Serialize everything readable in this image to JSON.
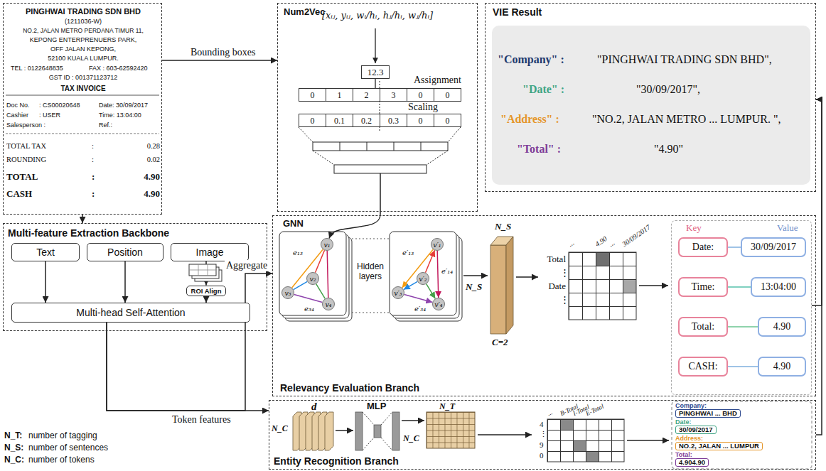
{
  "diagram": {
    "nodes": [
      {
        "text": [
          "PINGHWAI TRADING SDN BHD",
          "(1211036-W)",
          "NO.2, JALAN METRO PERDANA TIMUR 11,",
          "KEPONG ENTERPRENUERS PARK,",
          "OFF JALAN KEPONG,",
          "52100 KUALA LUMPUR.",
          "TEL : 0122648835",
          "FAX : 603-62592420",
          "GST ID : 001371123712",
          "TAX INVOICE",
          "Doc No.",
          ": CS00020648",
          "Date: 30/09/2017",
          "Cashier",
          ": USER",
          "Time: 13:04:00",
          "Salesperson :",
          "Ref.:",
          "TOTAL TAX",
          ":",
          "0.28",
          "ROUNDING",
          ":",
          "0.02",
          "TOTAL",
          ":",
          "4.90",
          "CASH",
          ":",
          "4.90"
        ]
      },
      {
        "text": [
          "Num2Vec"
        ]
      },
      {
        "text": [
          "12.3"
        ],
        "in": 1
      },
      {
        "text": [
          "0"
        ],
        "in": 1
      },
      {
        "text": [
          "1"
        ],
        "in": 1
      },
      {
        "text": [
          "2"
        ],
        "in": 1
      },
      {
        "text": [
          "3"
        ],
        "in": 1
      },
      {
        "text": [
          "0"
        ],
        "in": 1
      },
      {
        "text": [
          "0"
        ],
        "in": 1
      },
      {
        "text": [
          "0"
        ],
        "in": 1
      },
      {
        "text": [
          "0.1"
        ],
        "in": 1
      },
      {
        "text": [
          "0.2"
        ],
        "in": 1
      },
      {
        "text": [
          "0.3"
        ],
        "in": 1
      },
      {
        "text": [
          "0"
        ],
        "in": 1
      },
      {
        "text": [
          "0"
        ],
        "in": 1
      },
      {
        "text": [
          "VIE Result"
        ]
      },
      {
        "text": [
          "\"Company\" :",
          "\"PINGHWAI TRADING SDN BHD\",",
          "\"Date\" :",
          "\"30/09/2017\",",
          "\"Address\" :",
          "\"NO.2, JALAN METRO ... LUMPUR. \",",
          "\"Total\" :",
          "\"4.90\""
        ],
        "in": 15
      },
      {
        "text": [
          "Multi-feature Extraction Backbone"
        ]
      },
      {
        "text": [
          "Text"
        ],
        "in": 17
      },
      {
        "text": [
          "Position"
        ],
        "in": 17
      },
      {
        "text": [
          "Image"
        ],
        "in": 17
      },
      {
        "text": [
          "ROI Align"
        ],
        "in": 17
      },
      {
        "text": [
          "Multi-head Self-Attention"
        ],
        "in": 17
      },
      {
        "text": [
          "Relevancy Evaluation Branch"
        ]
      },
      {
        "text": [
          "v₁"
        ],
        "in": 23
      },
      {
        "text": [
          "v₂"
        ],
        "in": 23
      },
      {
        "text": [
          "v₃"
        ],
        "in": 23
      },
      {
        "text": [
          "v₄"
        ],
        "in": 23
      },
      {
        "text": [
          "v′₁"
        ],
        "in": 23
      },
      {
        "text": [
          "v′₂"
        ],
        "in": 23
      },
      {
        "text": [
          "v′₃"
        ],
        "in": 23
      },
      {
        "text": [
          "v′₄"
        ],
        "in": 23
      },
      {
        "text": [
          "Key",
          "Value"
        ],
        "in": 23
      },
      {
        "text": [
          "Date:"
        ],
        "in": 32
      },
      {
        "text": [
          "30/09/2017"
        ],
        "in": 32
      },
      {
        "text": [
          "Time:"
        ],
        "in": 32
      },
      {
        "text": [
          "13:04:00"
        ],
        "in": 32
      },
      {
        "text": [
          "Total:"
        ],
        "in": 32
      },
      {
        "text": [
          "4.90"
        ],
        "in": 32
      },
      {
        "text": [
          "CASH:"
        ],
        "in": 32
      },
      {
        "text": [
          "4.90"
        ],
        "in": 32
      },
      {
        "text": [
          "Entity Recognition Branch"
        ]
      },
      {
        "text": [
          "Company:",
          "PINGHWAI ... BHD"
        ],
        "in": 41
      },
      {
        "text": [
          "Date:",
          "30/09/2017"
        ],
        "in": 41
      },
      {
        "text": [
          "Address:",
          "NO.2, JALAN ... LUMPUR"
        ],
        "in": 41
      },
      {
        "text": [
          "Total:",
          "4.904.90"
        ],
        "in": 41
      }
    ],
    "edges": [
      {
        "from": 0,
        "to": 1,
        "arrow": "to",
        "label": "Bounding boxes"
      },
      {
        "from": 0,
        "to": 17,
        "arrow": "to"
      },
      {
        "from": 1,
        "to": 24,
        "arrow": "to"
      },
      {
        "from": 18,
        "to": 22,
        "arrow": "to"
      },
      {
        "from": 19,
        "to": 22,
        "arrow": "to"
      },
      {
        "from": 20,
        "to": 21,
        "arrow": "to"
      },
      {
        "from": 21,
        "to": 22,
        "arrow": "to"
      },
      {
        "from": 22,
        "to": 23,
        "arrow": "to",
        "label": "Aggregate"
      },
      {
        "from": 22,
        "to": 41,
        "arrow": "to",
        "label": "Token features"
      },
      {
        "from": 24,
        "to": 25,
        "arrow": "none"
      },
      {
        "from": 24,
        "to": 26,
        "arrow": "none"
      },
      {
        "from": 24,
        "to": 27,
        "arrow": "none"
      },
      {
        "from": 25,
        "to": 26,
        "arrow": "none"
      },
      {
        "from": 25,
        "to": 27,
        "arrow": "none"
      },
      {
        "from": 26,
        "to": 27,
        "arrow": "none"
      },
      {
        "from": 29,
        "to": 28,
        "arrow": "to"
      },
      {
        "from": 28,
        "to": 30,
        "arrow": "to"
      },
      {
        "from": 28,
        "to": 31,
        "arrow": "to"
      },
      {
        "from": 29,
        "to": 30,
        "arrow": "to"
      },
      {
        "from": 29,
        "to": 31,
        "arrow": "to"
      },
      {
        "from": 30,
        "to": 31,
        "arrow": "to"
      },
      {
        "from": 33,
        "to": 34,
        "arrow": "none"
      },
      {
        "from": 35,
        "to": 36,
        "arrow": "none"
      },
      {
        "from": 37,
        "to": 38,
        "arrow": "none"
      },
      {
        "from": 39,
        "to": 40,
        "arrow": "none"
      },
      {
        "from": 32,
        "to": 15,
        "arrow": "to"
      },
      {
        "from": 41,
        "to": 15,
        "arrow": "to"
      }
    ],
    "labels": [
      "[xᵢⱼ, yᵢⱼ, wᵢ/hᵢ, hⱼ/hᵢ, wⱼ/hᵢ]",
      "Assignment",
      "Scaling",
      "GNN",
      "e₁₃",
      "e₃₄",
      "Hidden layers",
      "e′₁₃",
      "e′₁₄",
      "e′₃₄",
      "N_S",
      "N_S",
      "C=2",
      "...",
      "4.90",
      "...",
      "30/09/2017",
      "Total",
      "⋮",
      "Date",
      "⋮",
      "d",
      "MLP",
      "N_C",
      "N_T",
      "N_C",
      "...",
      "B-Total",
      "I-Total",
      "E-Total",
      "4",
      "⋮",
      "9",
      "0",
      "N_T:",
      "number of tagging",
      "N_S:",
      "number of sentences",
      "N_C:",
      "number of tokens"
    ]
  }
}
